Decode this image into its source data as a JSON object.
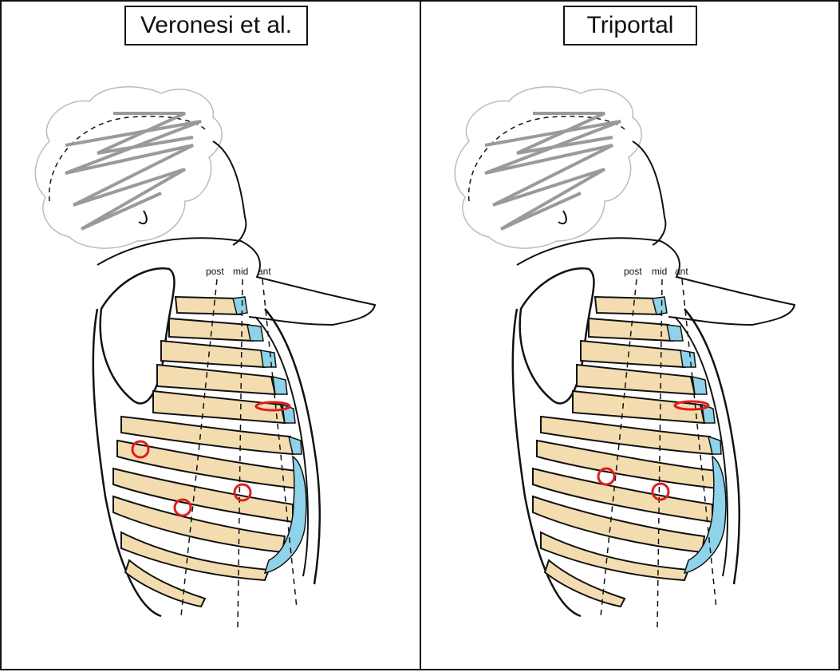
{
  "panels": [
    {
      "title": "Veronesi et al.",
      "labels": {
        "post": "post",
        "mid": "mid",
        "ant": "ant"
      }
    },
    {
      "title": "Triportal",
      "labels": {
        "post": "post",
        "mid": "mid",
        "ant": "ant"
      }
    }
  ],
  "colors": {
    "rib": "#f3ddb0",
    "cartilage": "#8fd3ea",
    "port_marker": "#e11b1b",
    "outline": "#111111",
    "hair_zigzag": "#9a9a9a"
  }
}
